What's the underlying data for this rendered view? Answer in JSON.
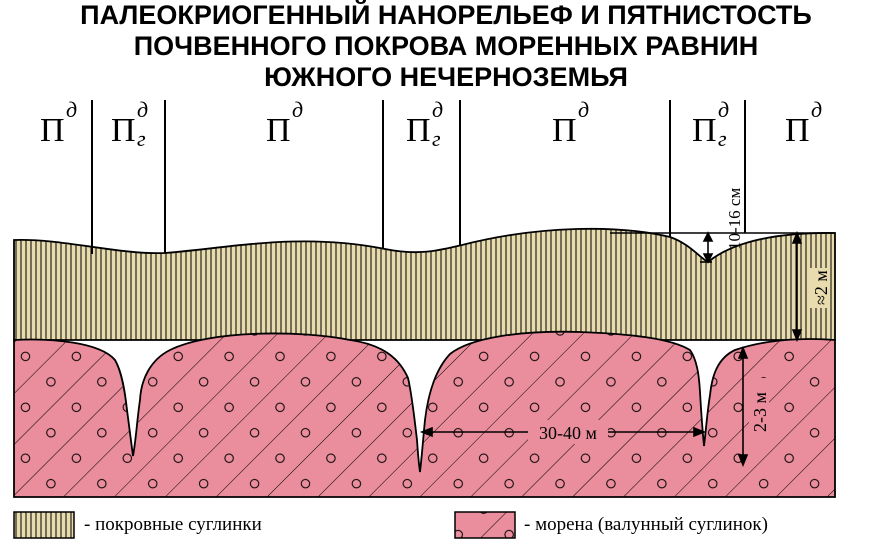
{
  "title": {
    "line1": "ПАЛЕОКРИОГЕННЫЙ НАНОРЕЛЬЕФ И ПЯТНИСТОСТЬ",
    "line2": "ПОЧВЕННОГО ПОКРОВА МОРЕННЫХ РАВНИН",
    "line3": "ЮЖНОГО НЕЧЕРНОЗЕМЬЯ"
  },
  "soil_labels": [
    {
      "base": "П",
      "sup": "д",
      "sub": ""
    },
    {
      "base": "П",
      "sup": "д",
      "sub": "г"
    },
    {
      "base": "П",
      "sup": "д",
      "sub": ""
    },
    {
      "base": "П",
      "sup": "д",
      "sub": "г"
    },
    {
      "base": "П",
      "sup": "д",
      "sub": ""
    },
    {
      "base": "П",
      "sup": "д",
      "sub": "г"
    },
    {
      "base": "П",
      "sup": "д",
      "sub": ""
    }
  ],
  "dimensions": {
    "relief_height": "10-16 см",
    "cover_thickness": "≈2 м",
    "wedge_depth": "2-3 м",
    "wedge_spacing": "30-40 м"
  },
  "legend": {
    "cover": "- покровные суглинки",
    "moraine": "- морена (валунный суглинок)"
  },
  "colors": {
    "cover_fill": "#e8dcae",
    "moraine_fill": "#ea8d9c",
    "line": "#000000"
  }
}
